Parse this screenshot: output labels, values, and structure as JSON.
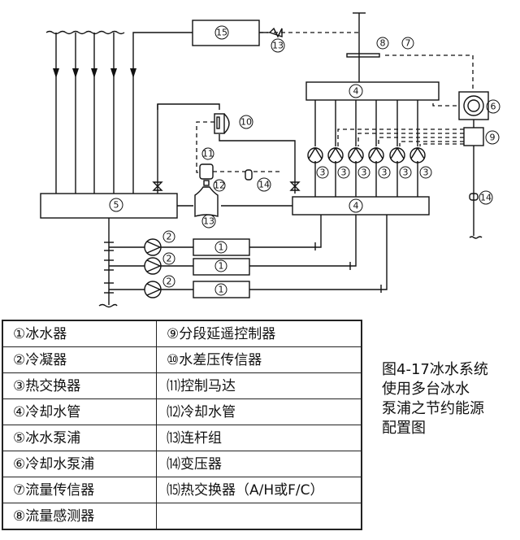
{
  "diagram": {
    "labels": {
      "l1": "1",
      "l2": "2",
      "l3": "3",
      "l4": "4",
      "l5": "5",
      "l6": "6",
      "l7": "7",
      "l8": "8",
      "l9": "9",
      "l10": "10",
      "l11": "11",
      "l12": "12",
      "l13": "13",
      "l14": "14",
      "l15": "15"
    }
  },
  "legend": {
    "rows": [
      [
        "①冰水器",
        "⑨分段延遥控制器"
      ],
      [
        "②冷凝器",
        "⑩水差压传信器"
      ],
      [
        "③热交换器",
        "⑾控制马达"
      ],
      [
        "④冷却水管",
        "⑿冷却水管"
      ],
      [
        "⑤冰水泵浦",
        "⒀连杆组"
      ],
      [
        "⑥冷却水泵浦",
        "⒁变压器"
      ],
      [
        "⑦流量传信器",
        "⒂热交换器（A/H或F/C）"
      ],
      [
        "⑧流量感测器",
        ""
      ]
    ]
  },
  "caption": {
    "line1": "图4-17冰水系统",
    "line2": "使用多台冰水",
    "line3": "泵浦之节约能源",
    "line4": "配置图"
  }
}
